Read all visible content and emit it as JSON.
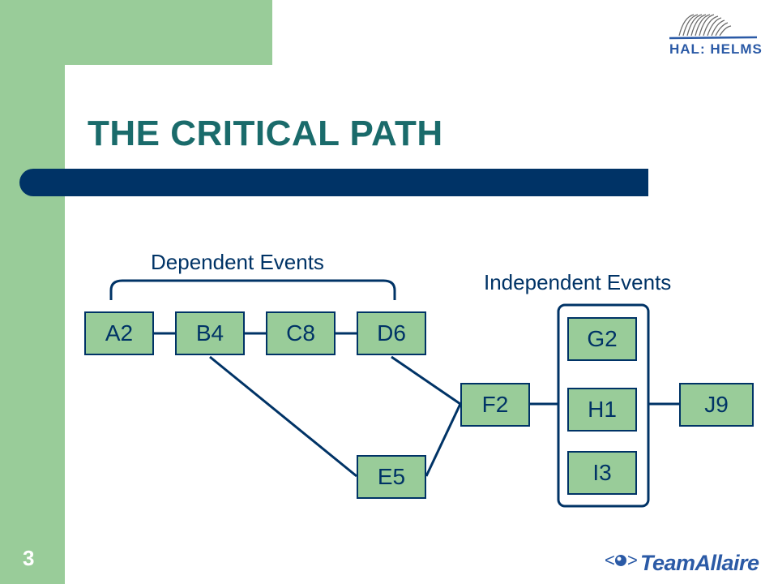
{
  "slide": {
    "title": "THE CRITICAL PATH",
    "page_number": "3"
  },
  "labels": {
    "dependent": "Dependent Events",
    "independent": "Independent Events"
  },
  "nodes": {
    "a2": "A2",
    "b4": "B4",
    "c8": "C8",
    "d6": "D6",
    "e5": "E5",
    "f2": "F2",
    "g2": "G2",
    "h1": "H1",
    "i3": "I3",
    "j9": "J9"
  },
  "logos": {
    "top_right": "HAL HELMS",
    "bottom_right": "TeamAllaire"
  },
  "colors": {
    "background_green": "#99cc99",
    "navy": "#003366",
    "title_teal": "#1a6b6b",
    "node_fill": "#99cc99",
    "logo_blue": "#2b5aa6"
  }
}
